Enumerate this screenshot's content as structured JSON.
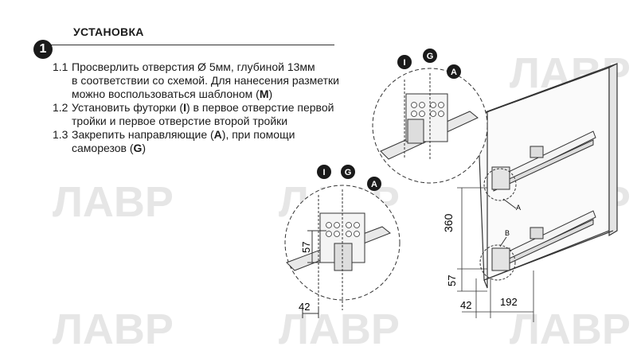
{
  "heading": "УСТАНОВКА",
  "step_badge": "1",
  "watermark": "ЛАВР",
  "steps": [
    {
      "num": "1.1",
      "lines": [
        [
          "Просверлить отверстия Ø 5мм, глубиной 13мм"
        ],
        [
          "в соответствии со схемой. Для нанесения разметки"
        ],
        [
          "можно воспользоваться шаблоном (",
          {
            "b": "M"
          },
          ")"
        ]
      ]
    },
    {
      "num": "1.2",
      "lines": [
        [
          "Установить футорки (",
          {
            "b": "I"
          },
          ") в первое отверстие первой"
        ],
        [
          "тройки и первое отверстие второй тройки"
        ]
      ]
    },
    {
      "num": "1.3",
      "lines": [
        [
          "Закрепить направляющие (",
          {
            "b": "A"
          },
          "), при помощи"
        ],
        [
          "саморезов (",
          {
            "b": "G"
          },
          ")"
        ]
      ]
    }
  ],
  "callouts": {
    "i": "I",
    "g": "G",
    "a": "A"
  },
  "labels": {
    "a": "A",
    "b": "B"
  },
  "dims": {
    "d360": "360",
    "d57": "57",
    "d42": "42",
    "d192": "192",
    "d57_detail": "57",
    "d42_detail": "42"
  }
}
